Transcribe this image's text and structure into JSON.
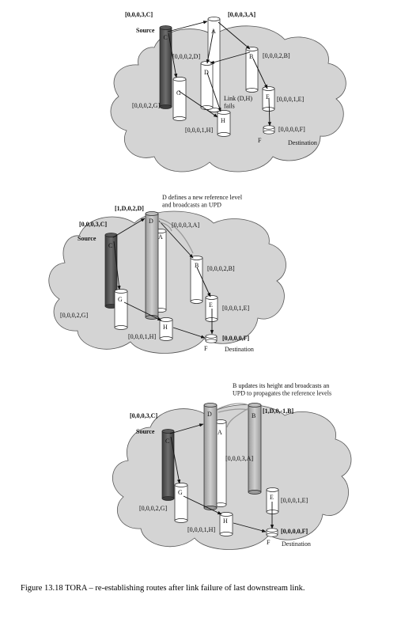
{
  "caption": "Figure 13.18  TORA – re-establishing routes after link failure of last downstream link.",
  "panels": [
    {
      "id": "panel-1",
      "labels": {
        "C": "[0,0,0,3,C]",
        "A": "[0,0,0,3,A]",
        "D": "[0,0,0,2,D]",
        "B": "[0,0,0,2,B]",
        "G": "[0,0,0,2,G]",
        "E": "[0,0,0,1,E]",
        "H": "[0,0,0,1,H]",
        "F": "[0,0,0,0,F]"
      },
      "source": "Source",
      "destination": "Destination",
      "note": "Link (D,H) fails"
    },
    {
      "id": "panel-2",
      "labels": {
        "D": "[1,D,0,2,D]",
        "C": "[0,0,0,3,C]",
        "A": "[0,0,0,3,A]",
        "B": "[0,0,0,2,B]",
        "G": "[0,0,0,2,G]",
        "E": "[0,0,0,1,E]",
        "H": "[0,0,0,1,H]",
        "F": "[0,0,0,0,F]"
      },
      "source": "Source",
      "destination": "Destination",
      "note": "D defines a new reference level and broadcasts an UPD"
    },
    {
      "id": "panel-3",
      "labels": {
        "C": "[0,0,0,3,C]",
        "B": "[1,D,0,-1,B]",
        "A": "[0,0,0,3,A]",
        "E": "[0,0,0,1,E]",
        "G": "[0,0,0,2,G]",
        "H": "[0,0,0,1,H]",
        "F": "[0,0,0,0,F]"
      },
      "source": "Source",
      "destination": "Destination",
      "note": "B updates its height and broadcasts an UPD to propagates the reference levels"
    }
  ]
}
